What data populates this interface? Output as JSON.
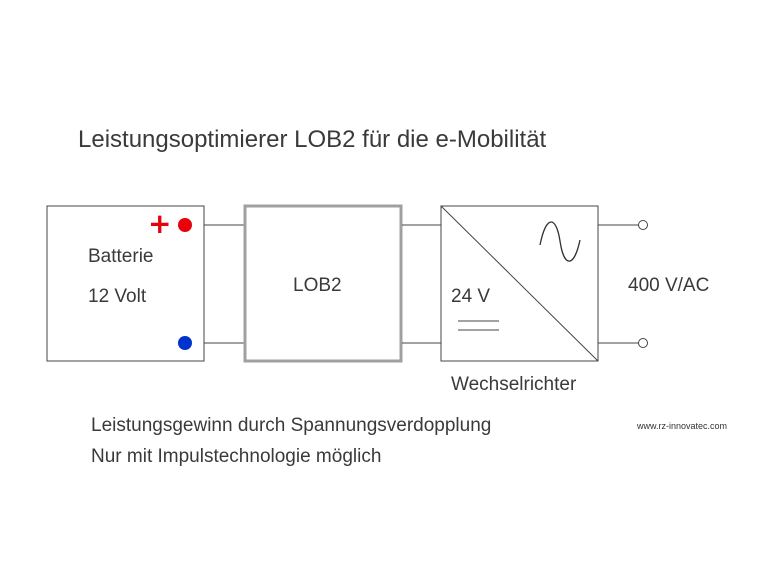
{
  "title": "Leistungsoptimierer LOB2 für die e-Mobilität",
  "battery": {
    "name": "Batterie",
    "voltage": "12 Volt",
    "plus_symbol": "+",
    "plus_color": "#e8000b",
    "minus_color": "#0033cc"
  },
  "lob2": {
    "label": "LOB2"
  },
  "inverter": {
    "name": "Wechselrichter",
    "dc_voltage": "24 V",
    "ac_symbol": "sine-wave-icon",
    "dc_symbol": "dc-lines-icon"
  },
  "output": {
    "voltage": "400 V/AC"
  },
  "notes": [
    "Leistungsgewinn durch Spannungsverdopplung",
    "Nur mit Impulstechnologie möglich"
  ],
  "website": "www.rz-innovatec.com"
}
